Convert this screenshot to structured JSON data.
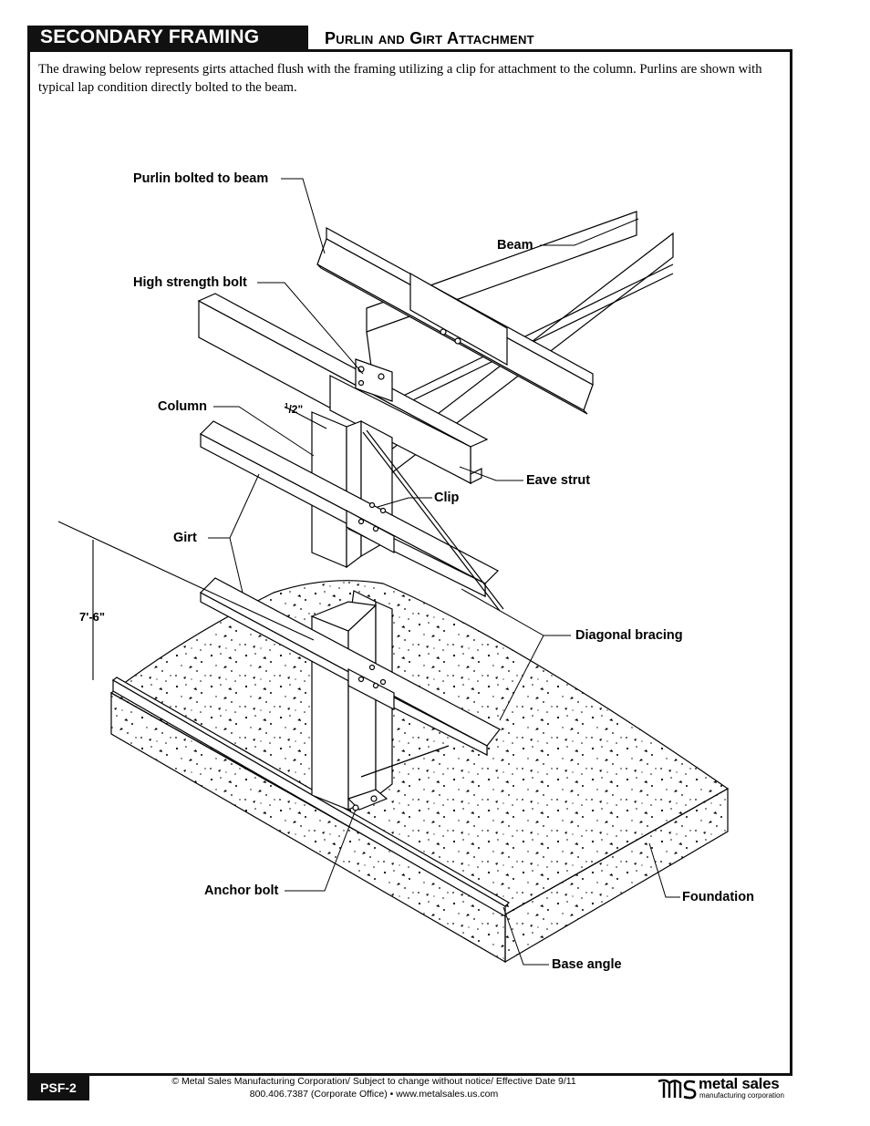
{
  "header": {
    "section_title": "SECONDARY FRAMING",
    "subtitle": "Purlin and Girt Attachment"
  },
  "intro_text": "The drawing below represents girts attached flush with the framing utilizing a clip for attachment  to the column.  Purlins are shown with typical lap condition directly bolted to the beam.",
  "labels": {
    "purlin": "Purlin bolted to beam",
    "beam": "Beam",
    "high_strength_bolt": "High strength bolt",
    "column": "Column",
    "half_inch_num": "1",
    "half_inch_rest": "/2\"",
    "eave_strut": "Eave strut",
    "clip": "Clip",
    "girt": "Girt",
    "height_dim": "7'-6\"",
    "diagonal_bracing": "Diagonal bracing",
    "anchor_bolt": "Anchor bolt",
    "foundation": "Foundation",
    "base_angle": "Base angle"
  },
  "footer": {
    "page_code": "PSF-2",
    "copyright": "© Metal Sales Manufacturing Corporation/ Subject to change without notice/ Effective Date 9/11",
    "contact": "800.406.7387 (Corporate Office) • www.metalsales.us.com",
    "logo_name": "metal sales",
    "logo_tagline": "manufacturing corporation"
  }
}
